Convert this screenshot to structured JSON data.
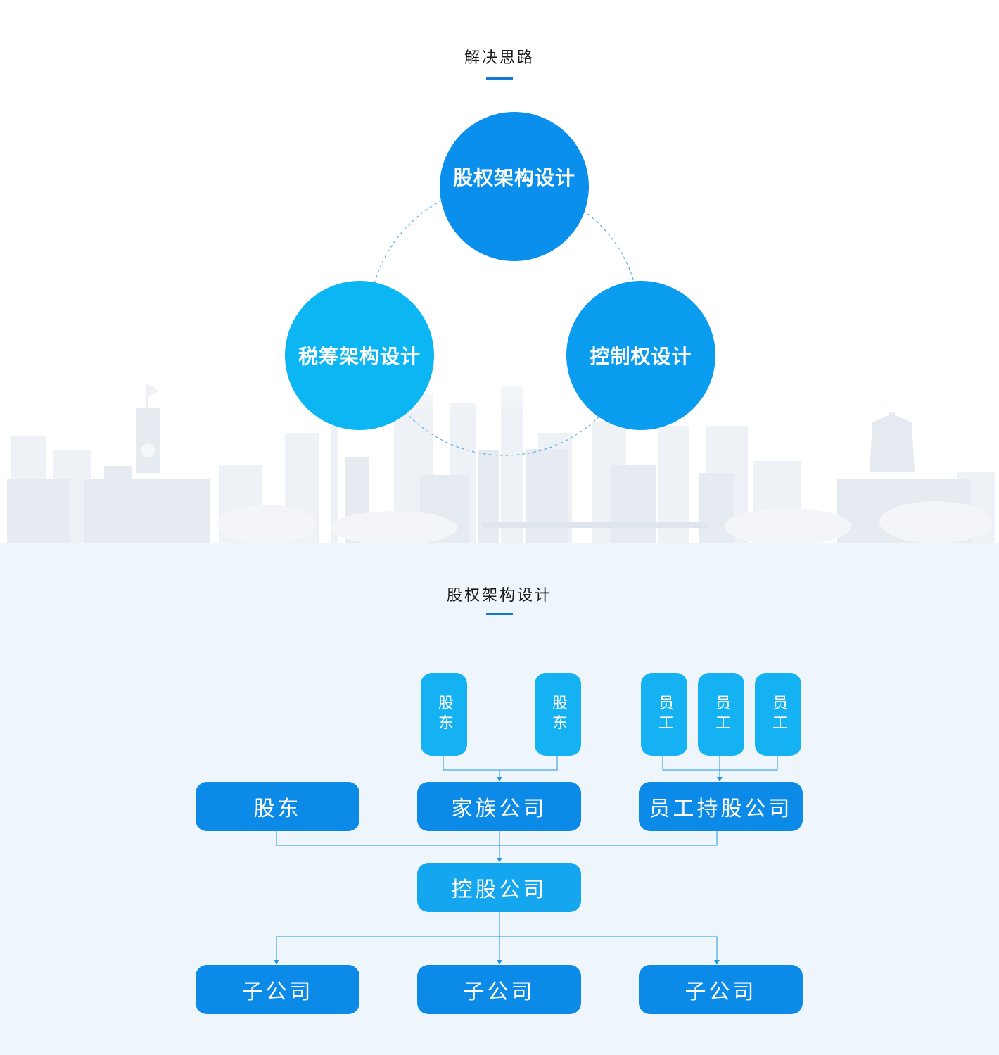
{
  "section1": {
    "title": "解决思路"
  },
  "circles": {
    "top": "股权架构设计",
    "left": "税筹架构设计",
    "right": "控制权设计"
  },
  "section2": {
    "title": "股权架构设计"
  },
  "org": {
    "shareholders_small": [
      "股东",
      "股东"
    ],
    "employees_small": [
      "员工",
      "员工",
      "员工"
    ],
    "shareholder": "股东",
    "family_company": "家族公司",
    "esop_company": "员工持股公司",
    "holding_company": "控股公司",
    "subsidiaries": [
      "子公司",
      "子公司",
      "子公司"
    ]
  },
  "colors": {
    "primary": "#0b8ae8",
    "light": "#14b2f2",
    "accent_bar": "#1677d8",
    "bottom_bg": "#eef6fc"
  }
}
